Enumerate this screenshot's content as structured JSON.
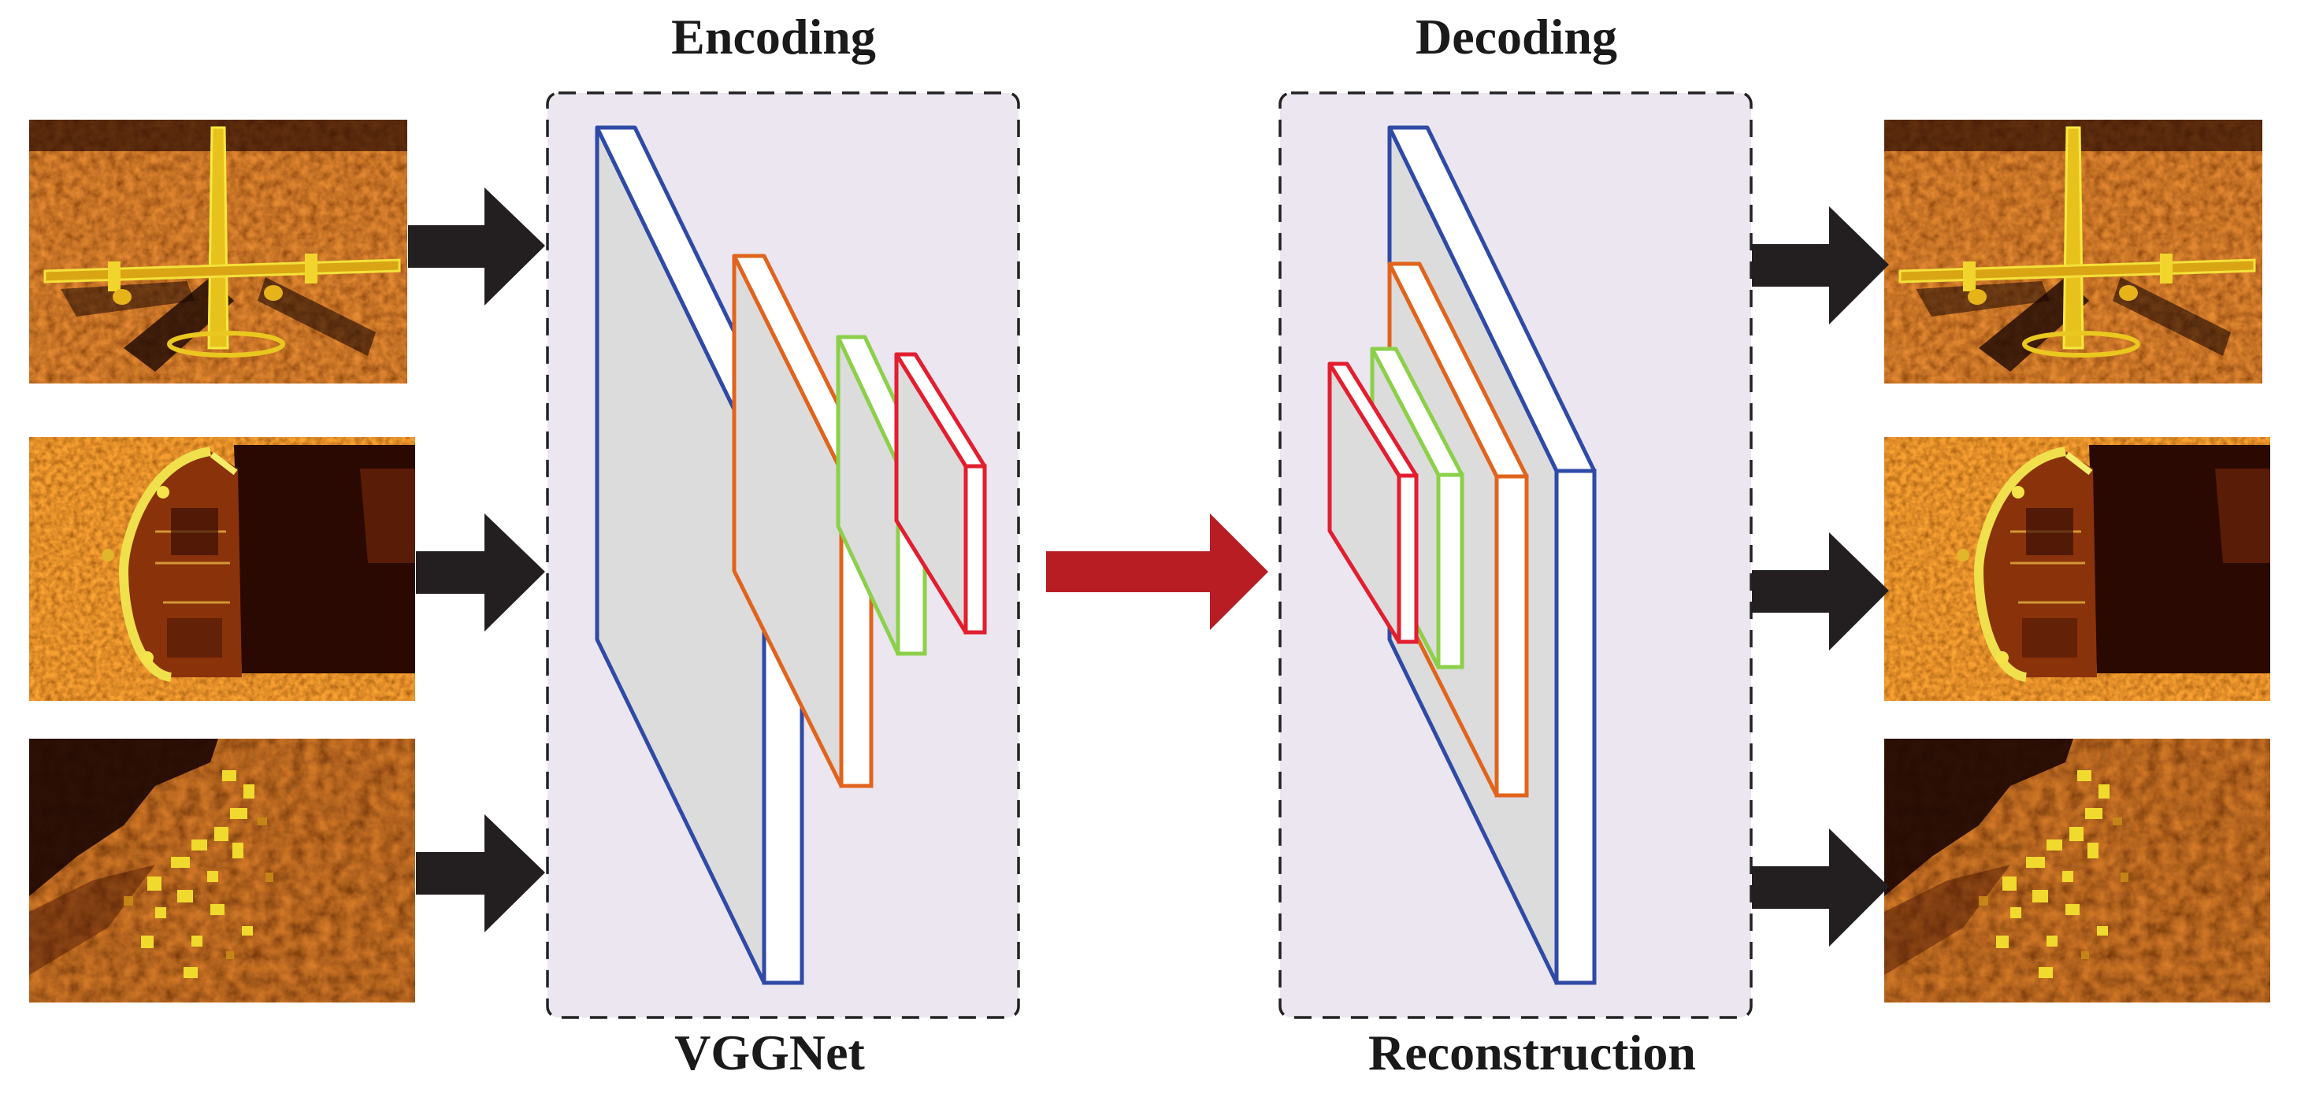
{
  "labels": {
    "encoding": "Encoding",
    "decoding": "Decoding",
    "encoder_name": "VGGNet",
    "decoder_name": "Reconstruction"
  },
  "colors": {
    "panel_fill": "#ebe6f0",
    "panel_border": "#222222",
    "arrow_dark": "#231f20",
    "arrow_red": "#b81d24",
    "layer_blue": "#2f4aa6",
    "layer_orange": "#e0641e",
    "layer_green": "#8cd04a",
    "layer_red": "#e21e2f",
    "layer_face": "#dcdcdc",
    "sonar_dark": "#3a0e04",
    "sonar_mid": "#9a3e0c",
    "sonar_bright": "#f3e02a"
  },
  "images": {
    "inputs": [
      "sonar-airplane",
      "sonar-ship",
      "sonar-debris"
    ],
    "outputs": [
      "sonar-airplane-reconstructed",
      "sonar-ship-reconstructed",
      "sonar-debris-reconstructed"
    ]
  },
  "encoder_layers": [
    "blue",
    "orange",
    "green",
    "red"
  ],
  "decoder_layers": [
    "red",
    "green",
    "orange",
    "blue"
  ]
}
